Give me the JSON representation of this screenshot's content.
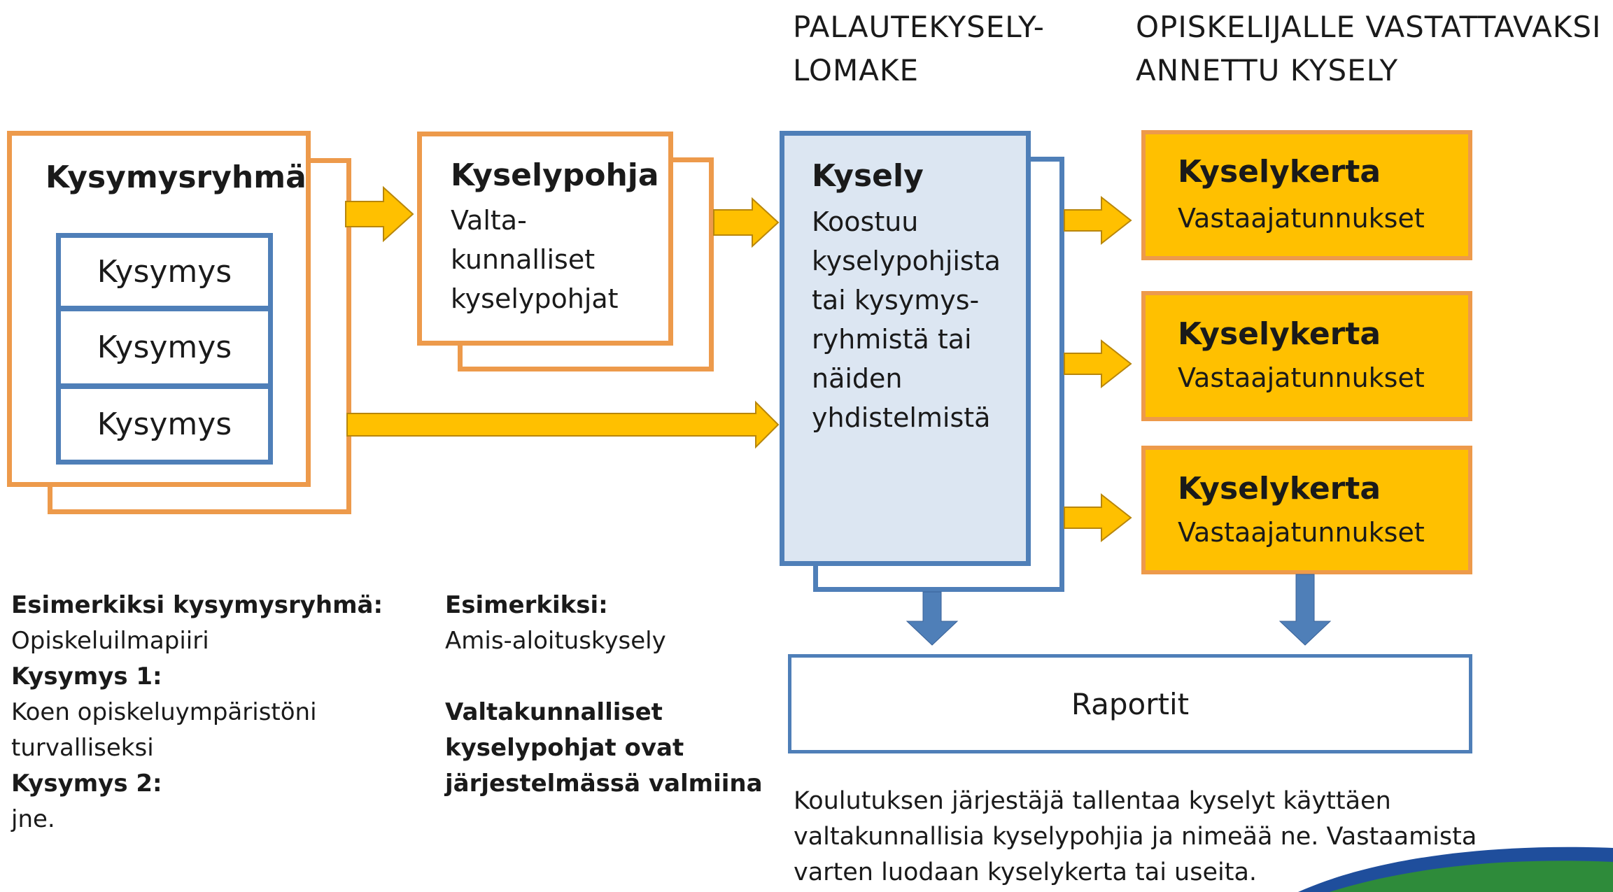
{
  "headers": {
    "form": [
      "PALAUTEKYSELY-",
      "LOMAKE"
    ],
    "student": [
      "OPISKELIJALLE VASTATTAVAKSI",
      "ANNETTU KYSELY"
    ]
  },
  "group": {
    "title": "Kysymysryhmä",
    "questions": [
      "Kysymys",
      "Kysymys",
      "Kysymys"
    ]
  },
  "template": {
    "title": "Kyselypohja",
    "lines": [
      "Valta-",
      "kunnalliset",
      "kyselypohjat"
    ]
  },
  "survey": {
    "title": "Kysely",
    "lines": [
      "Koostuu",
      "kyselypohjista",
      "tai kysymys-",
      "ryhmistä tai",
      "näiden",
      "yhdistelmistä"
    ]
  },
  "rounds": [
    {
      "title": "Kyselykerta",
      "sub": "Vastaajatunnukset"
    },
    {
      "title": "Kyselykerta",
      "sub": "Vastaajatunnukset"
    },
    {
      "title": "Kyselykerta",
      "sub": "Vastaajatunnukset"
    }
  ],
  "reports": "Raportit",
  "example_group": [
    {
      "text": "Esimerkiksi kysymysryhmä:",
      "bold": true
    },
    {
      "text": "Opiskeluilmapiiri",
      "bold": false
    },
    {
      "text": "Kysymys 1:",
      "bold": true
    },
    {
      "text": "Koen opiskeluympäristöni",
      "bold": false
    },
    {
      "text": "turvalliseksi",
      "bold": false
    },
    {
      "text": "Kysymys 2:",
      "bold": true
    },
    {
      "text": "jne.",
      "bold": false
    }
  ],
  "example_template": [
    {
      "text": "Esimerkiksi:",
      "bold": true
    },
    {
      "text": "Amis-aloituskysely",
      "bold": false
    },
    {
      "text": "",
      "bold": false
    },
    {
      "text": "Valtakunnalliset",
      "bold": true
    },
    {
      "text": "kyselypohjat ovat",
      "bold": true
    },
    {
      "text": "järjestelmässä valmiina",
      "bold": true
    }
  ],
  "footer_lines": [
    "Koulutuksen järjestäjä tallentaa kyselyt käyttäen",
    "valtakunnallisia kyselypohjia ja nimeää ne. Vastaamista",
    "varten luodaan kyselykerta tai useita."
  ],
  "colors": {
    "orange_border": "#ED9A4B",
    "blue_border": "#4F7FB8",
    "survey_fill": "#DCE6F2",
    "gold": "#FFC000",
    "arrow_blue": "#4F7FB8"
  }
}
